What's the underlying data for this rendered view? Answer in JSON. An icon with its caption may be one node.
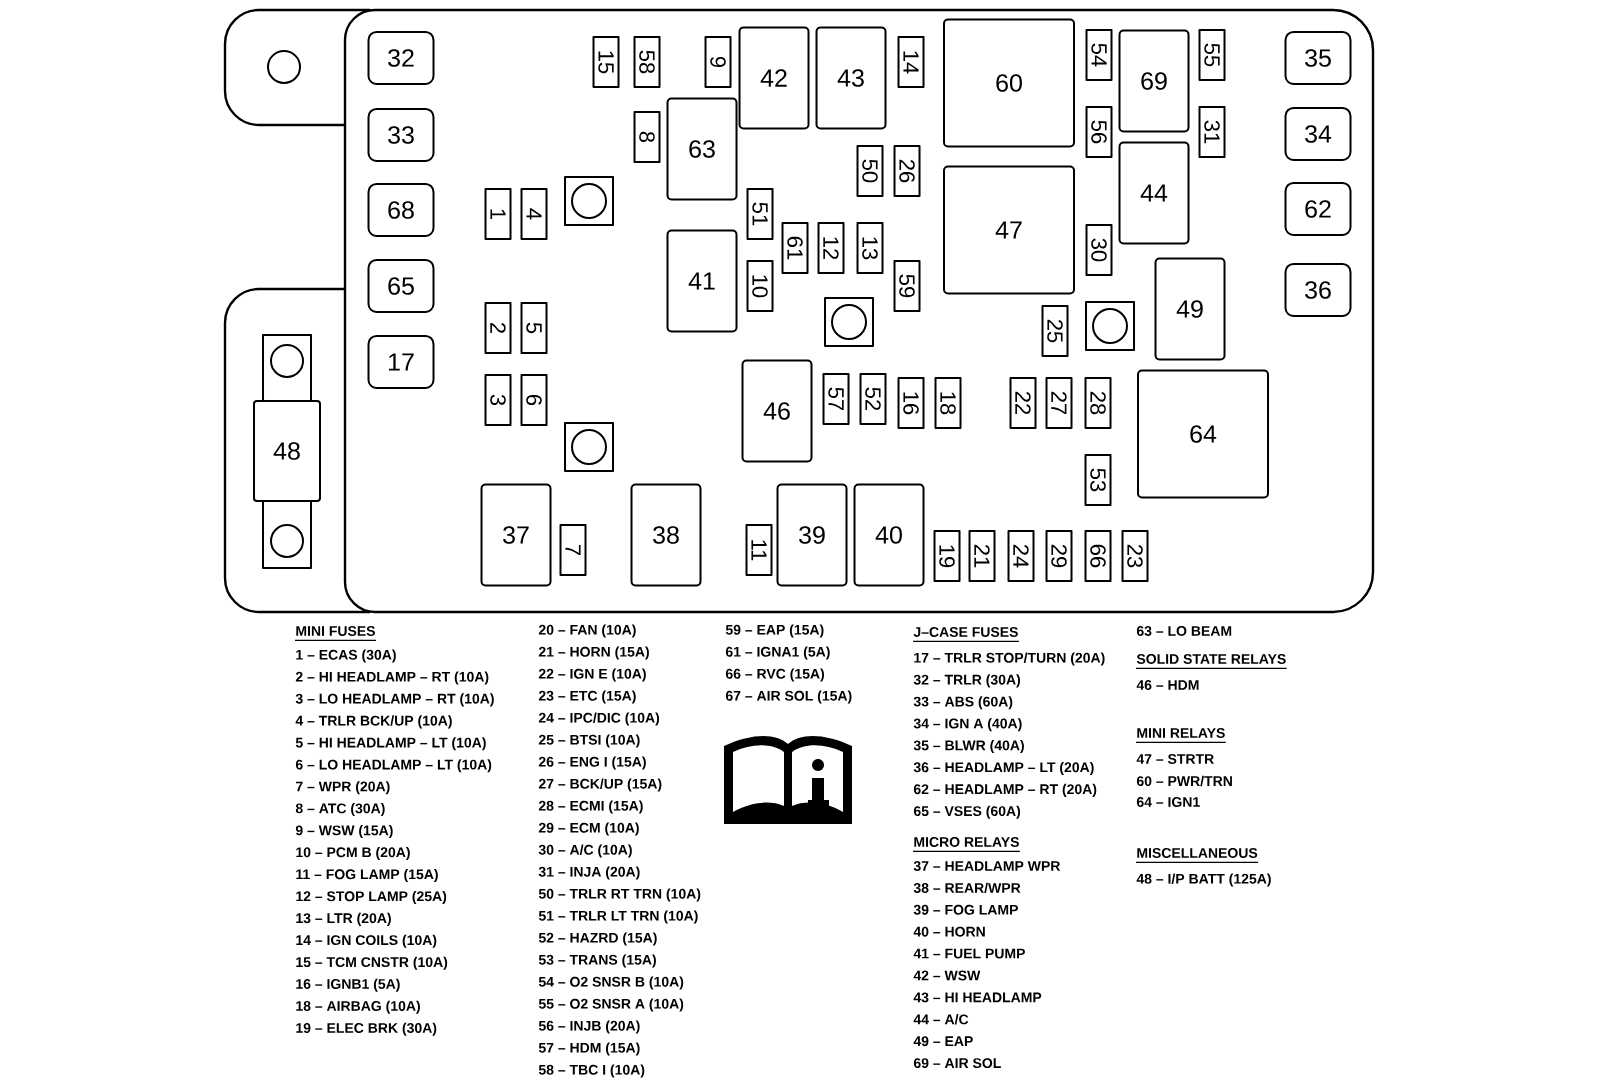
{
  "diagram": {
    "nodes": [
      {
        "text": [
          "32"
        ]
      },
      {
        "text": [
          "15"
        ]
      },
      {
        "text": [
          "58"
        ]
      },
      {
        "text": [
          "9"
        ]
      },
      {
        "text": [
          "42"
        ]
      },
      {
        "text": [
          "43"
        ]
      },
      {
        "text": [
          "14"
        ]
      },
      {
        "text": [
          "60"
        ]
      },
      {
        "text": [
          "54"
        ]
      },
      {
        "text": [
          "69"
        ]
      },
      {
        "text": [
          "55"
        ]
      },
      {
        "text": [
          "35"
        ]
      },
      {
        "text": [
          "33"
        ]
      },
      {
        "text": [
          "8"
        ]
      },
      {
        "text": [
          "63"
        ]
      },
      {
        "text": [
          "56"
        ]
      },
      {
        "text": [
          "31"
        ]
      },
      {
        "text": [
          "34"
        ]
      },
      {
        "text": [
          "50"
        ]
      },
      {
        "text": [
          "26"
        ]
      },
      {
        "text": [
          "44"
        ]
      },
      {
        "text": [
          "68"
        ]
      },
      {
        "text": [
          "1"
        ]
      },
      {
        "text": [
          "4"
        ]
      },
      {
        "text": [
          "51"
        ]
      },
      {
        "text": [
          "47"
        ]
      },
      {
        "text": [
          "62"
        ]
      },
      {
        "text": [
          "61"
        ]
      },
      {
        "text": [
          "12"
        ]
      },
      {
        "text": [
          "13"
        ]
      },
      {
        "text": [
          "30"
        ]
      },
      {
        "text": [
          "65"
        ]
      },
      {
        "text": [
          "41"
        ]
      },
      {
        "text": [
          "10"
        ]
      },
      {
        "text": [
          "59"
        ]
      },
      {
        "text": [
          "49"
        ]
      },
      {
        "text": [
          "36"
        ]
      },
      {
        "text": [
          "25"
        ]
      },
      {
        "text": [
          "2"
        ]
      },
      {
        "text": [
          "5"
        ]
      },
      {
        "text": [
          "17"
        ]
      },
      {
        "text": [
          "3"
        ]
      },
      {
        "text": [
          "6"
        ]
      },
      {
        "text": [
          "46"
        ]
      },
      {
        "text": [
          "57"
        ]
      },
      {
        "text": [
          "52"
        ]
      },
      {
        "text": [
          "16"
        ]
      },
      {
        "text": [
          "18"
        ]
      },
      {
        "text": [
          "22"
        ]
      },
      {
        "text": [
          "27"
        ]
      },
      {
        "text": [
          "28"
        ]
      },
      {
        "text": [
          "64"
        ]
      },
      {
        "text": [
          "48"
        ]
      },
      {
        "text": [
          "53"
        ]
      },
      {
        "text": [
          "37"
        ]
      },
      {
        "text": [
          "7"
        ]
      },
      {
        "text": [
          "38"
        ]
      },
      {
        "text": [
          "11"
        ]
      },
      {
        "text": [
          "39"
        ]
      },
      {
        "text": [
          "40"
        ]
      },
      {
        "text": [
          "19"
        ]
      },
      {
        "text": [
          "21"
        ]
      },
      {
        "text": [
          "24"
        ]
      },
      {
        "text": [
          "29"
        ]
      },
      {
        "text": [
          "66"
        ]
      },
      {
        "text": [
          "23"
        ]
      }
    ],
    "labels": [
      "MINI FUSES",
      "1 – ECAS (30A)",
      "2 – HI HEADLAMP – RT (10A)",
      "3 – LO HEADLAMP – RT (10A)",
      "4 – TRLR BCK/UP (10A)",
      "5 – HI HEADLAMP – LT (10A)",
      "6 – LO HEADLAMP – LT (10A)",
      "7 – WPR (20A)",
      "8 – ATC (30A)",
      "9 – WSW (15A)",
      "10 – PCM B (20A)",
      "11 – FOG LAMP (15A)",
      "12 – STOP LAMP (25A)",
      "13 – LTR (20A)",
      "14 – IGN COILS (10A)",
      "15 – TCM CNSTR (10A)",
      "16 – IGNB1 (5A)",
      "18 – AIRBAG (10A)",
      "19 – ELEC BRK (30A)",
      "20 – FAN (10A)",
      "21 – HORN (15A)",
      "22 – IGN E (10A)",
      "23 – ETC (15A)",
      "24 – IPC/DIC (10A)",
      "25 – BTSI (10A)",
      "26 – ENG I (15A)",
      "27 – BCK/UP (15A)",
      "28 – ECMI (15A)",
      "29 – ECM (10A)",
      "30 – A/C (10A)",
      "31 – INJA (20A)",
      "50 – TRLR RT TRN (10A)",
      "51 – TRLR LT TRN (10A)",
      "52 – HAZRD (15A)",
      "53 – TRANS (15A)",
      "54 – O2 SNSR B (10A)",
      "55 – O2 SNSR A (10A)",
      "56 – INJB (20A)",
      "57 – HDM (15A)",
      "58 – TBC I (10A)",
      "59 – EAP (15A)",
      "61 – IGNA1 (5A)",
      "66 – RVC (15A)",
      "67 – AIR SOL (15A)",
      "J–CASE FUSES",
      "17 – TRLR STOP/TURN (20A)",
      "32 – TRLR (30A)",
      "33 – ABS (60A)",
      "34 – IGN A (40A)",
      "35 – BLWR (40A)",
      "36 – HEADLAMP – LT (20A)",
      "62 – HEADLAMP – RT (20A)",
      "65 – VSES (60A)",
      "MICRO RELAYS",
      "37 – HEADLAMP WPR",
      "38 – REAR/WPR",
      "39 – FOG LAMP",
      "40 – HORN",
      "41 – FUEL PUMP",
      "42 – WSW",
      "43 – HI HEADLAMP",
      "44 – A/C",
      "49 – EAP",
      "69 – AIR SOL",
      "63 – LO BEAM",
      "SOLID STATE RELAYS",
      "46 – HDM",
      "MINI RELAYS",
      "47 – STRTR",
      "60 – PWR/TRN",
      "64 – IGN1",
      "MISCELLANEOUS",
      "48 – I/P BATT (125A)"
    ]
  }
}
